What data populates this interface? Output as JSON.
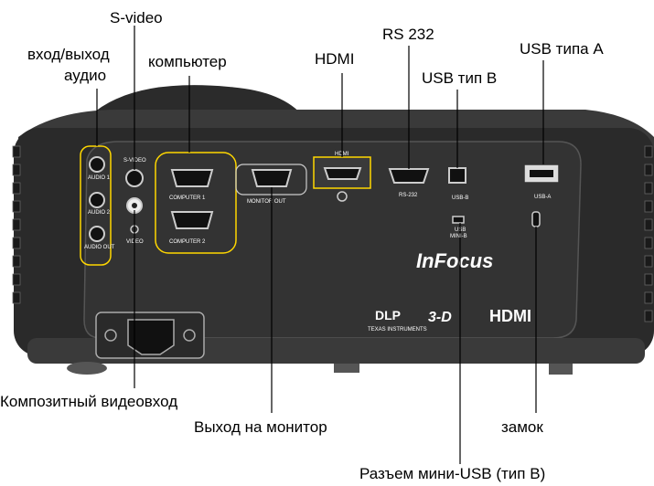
{
  "labels": {
    "audio_line1": "вход/выход",
    "audio_line2": "аудио",
    "s_video": "S-video",
    "computer": "компьютер",
    "hdmi": "HDMI",
    "rs232": "RS 232",
    "usb_a": "USB типа A",
    "usb_b": "USB тип B",
    "composite": "Композитный видеовход",
    "monitor_out": "Выход на монитор",
    "lock": "замок",
    "mini_usb": "Разъем мини-USB (тип B)"
  },
  "panel_text": {
    "audio1": "AUDIO 1",
    "audio2": "AUDIO 2",
    "audio_out": "AUDIO OUT",
    "s_video_port": "S-VIDEO",
    "video_port": "VIDEO",
    "computer1": "COMPUTER 1",
    "computer2": "COMPUTER 2",
    "monitor_out_port": "MONITOR OUT",
    "hdmi_port": "HDMI",
    "rs232_port": "RS-232",
    "usb_b_port": "USB-B",
    "usb_a_port": "USB-A",
    "usb_mini_line1": "USB",
    "usb_mini_line2": "MINI-B",
    "brand": "InFocus",
    "dlp": "DLP",
    "ti": "TEXAS INSTRUMENTS",
    "threed": "3-D",
    "hdmi_logo": "HDMI"
  }
}
